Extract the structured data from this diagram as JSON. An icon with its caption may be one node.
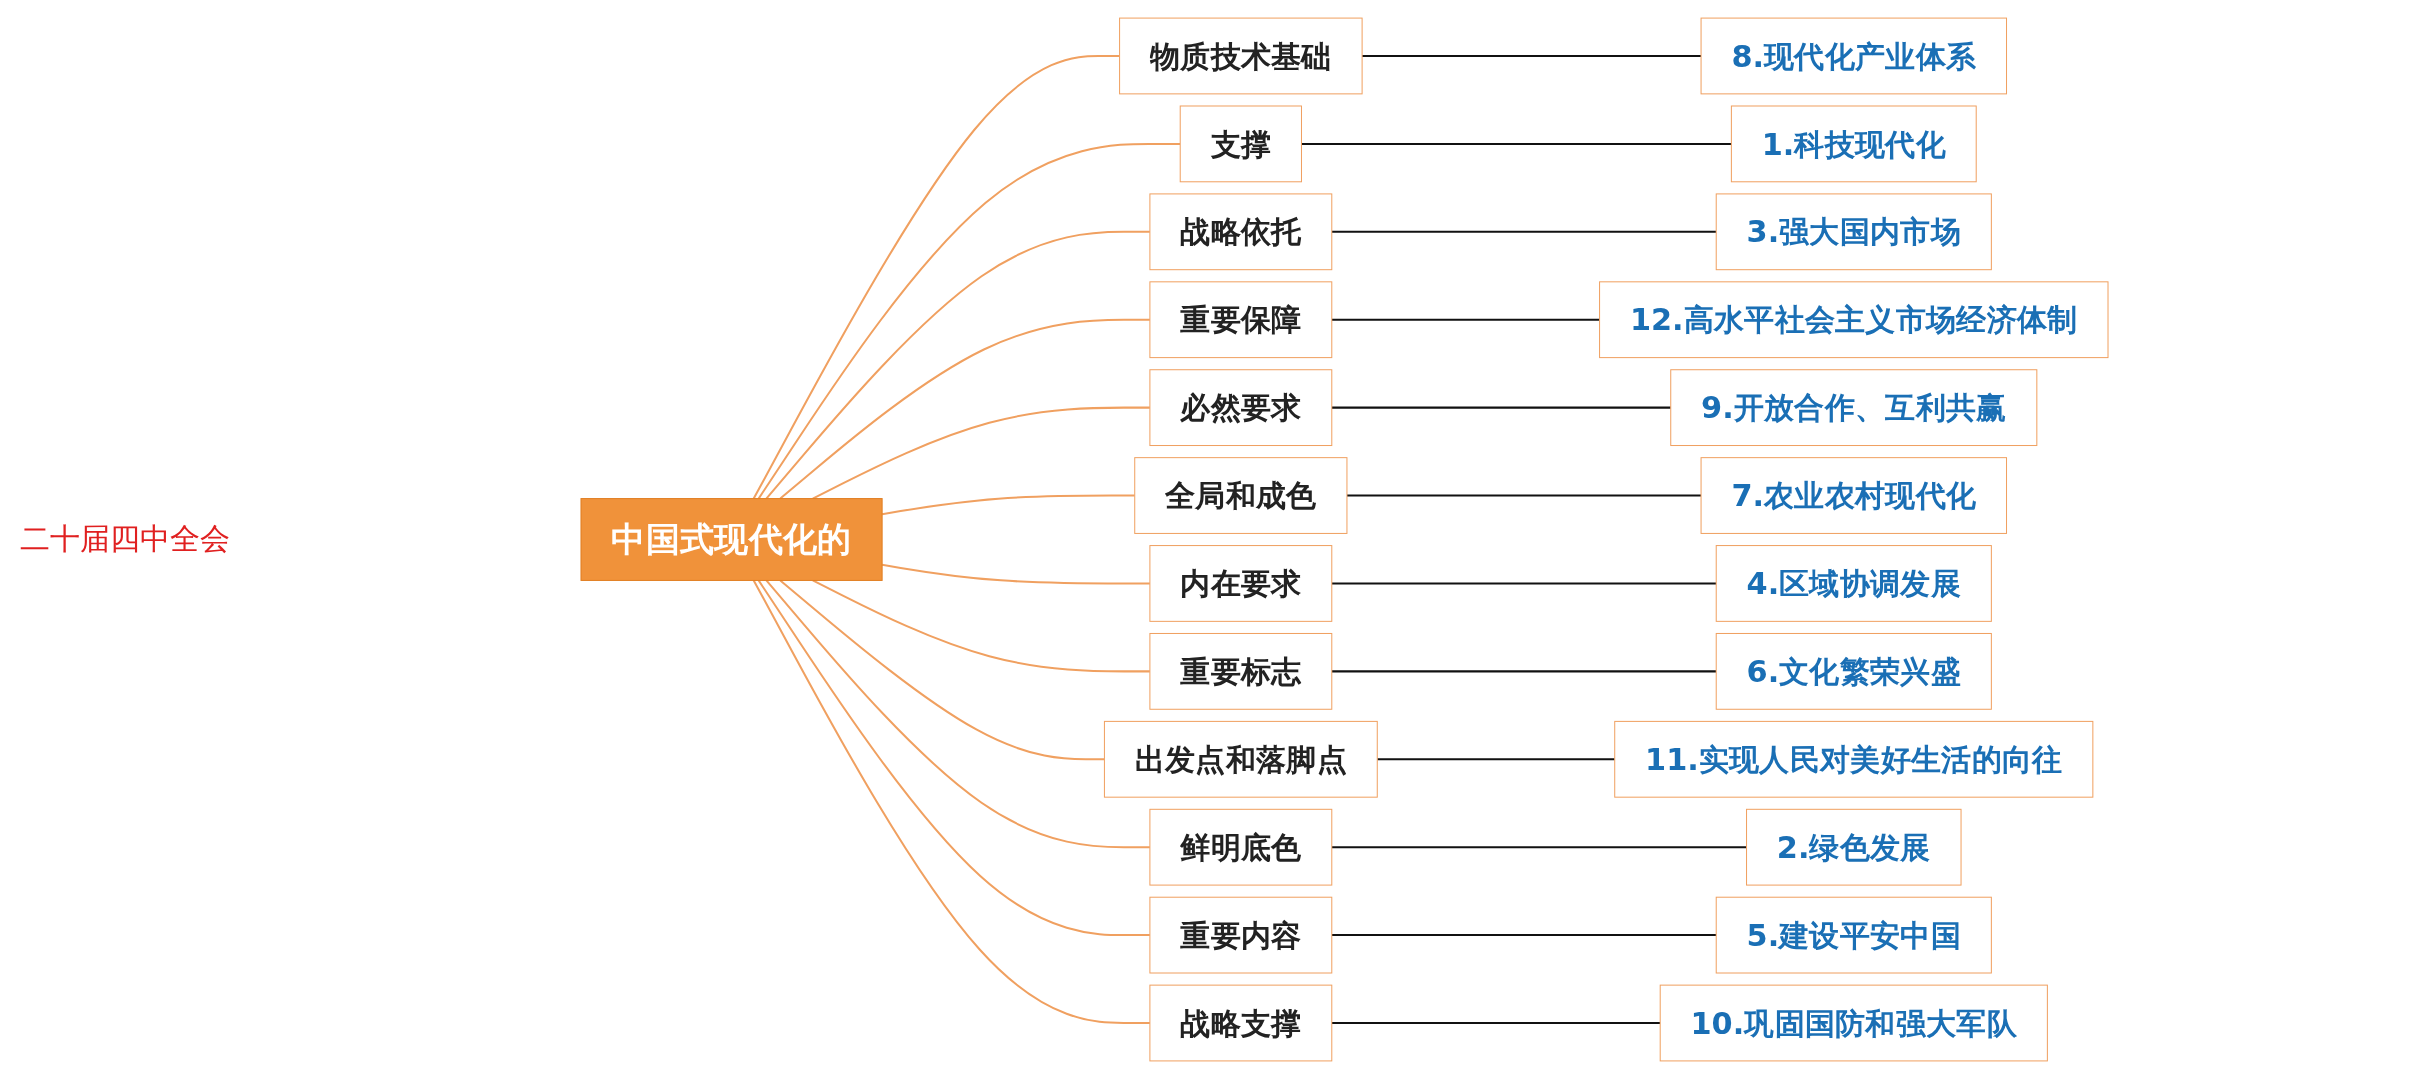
{
  "diagram": {
    "nodes": [
      {
        "text": [
          "中国式现代化的"
        ]
      },
      {
        "text": [
          "物质技术基础"
        ]
      },
      {
        "text": [
          "支撑"
        ]
      },
      {
        "text": [
          "战略依托"
        ]
      },
      {
        "text": [
          "重要保障"
        ]
      },
      {
        "text": [
          "必然要求"
        ]
      },
      {
        "text": [
          "全局和成色"
        ]
      },
      {
        "text": [
          "内在要求"
        ]
      },
      {
        "text": [
          "重要标志"
        ]
      },
      {
        "text": [
          "出发点和落脚点"
        ]
      },
      {
        "text": [
          "鲜明底色"
        ]
      },
      {
        "text": [
          "重要内容"
        ]
      },
      {
        "text": [
          "战略支撑"
        ]
      },
      {
        "text": [
          "1.科技现代化"
        ]
      },
      {
        "text": [
          "2.绿色发展"
        ]
      },
      {
        "text": [
          "3.强大国内市场"
        ]
      },
      {
        "text": [
          "4.区域协调发展"
        ]
      },
      {
        "text": [
          "5.建设平安中国"
        ]
      },
      {
        "text": [
          "6.文化繁荣兴盛"
        ]
      },
      {
        "text": [
          "7.农业农村现代化"
        ]
      },
      {
        "text": [
          "8.现代化产业体系"
        ]
      },
      {
        "text": [
          "9.开放合作、互利共赢"
        ]
      },
      {
        "text": [
          "10.巩固国防和强大军队"
        ]
      },
      {
        "text": [
          "11.实现人民对美好生活的向往"
        ]
      },
      {
        "text": [
          "12.高水平社会主义市场经济体制"
        ]
      }
    ],
    "edges": [
      {
        "from": 0,
        "to": 1,
        "arrow": "none",
        "color": "#f0a060"
      },
      {
        "from": 0,
        "to": 2,
        "arrow": "none",
        "color": "#f0a060"
      },
      {
        "from": 0,
        "to": 3,
        "arrow": "none",
        "color": "#f0a060"
      },
      {
        "from": 0,
        "to": 4,
        "arrow": "none",
        "color": "#f0a060"
      },
      {
        "from": 0,
        "to": 5,
        "arrow": "none",
        "color": "#f0a060"
      },
      {
        "from": 0,
        "to": 6,
        "arrow": "none",
        "color": "#f0a060"
      },
      {
        "from": 0,
        "to": 7,
        "arrow": "none",
        "color": "#f0a060"
      },
      {
        "from": 0,
        "to": 8,
        "arrow": "none",
        "color": "#f0a060"
      },
      {
        "from": 0,
        "to": 9,
        "arrow": "none",
        "color": "#f0a060"
      },
      {
        "from": 0,
        "to": 10,
        "arrow": "none",
        "color": "#f0a060"
      },
      {
        "from": 0,
        "to": 11,
        "arrow": "none",
        "color": "#f0a060"
      },
      {
        "from": 0,
        "to": 12,
        "arrow": "none",
        "color": "#f0a060"
      },
      {
        "from": 1,
        "to": 20,
        "arrow": "none",
        "color": "#111111"
      },
      {
        "from": 2,
        "to": 13,
        "arrow": "none",
        "color": "#111111"
      },
      {
        "from": 3,
        "to": 15,
        "arrow": "none",
        "color": "#111111"
      },
      {
        "from": 4,
        "to": 24,
        "arrow": "none",
        "color": "#111111"
      },
      {
        "from": 5,
        "to": 21,
        "arrow": "none",
        "color": "#111111"
      },
      {
        "from": 6,
        "to": 19,
        "arrow": "none",
        "color": "#111111"
      },
      {
        "from": 7,
        "to": 16,
        "arrow": "none",
        "color": "#111111"
      },
      {
        "from": 8,
        "to": 18,
        "arrow": "none",
        "color": "#111111"
      },
      {
        "from": 9,
        "to": 23,
        "arrow": "none",
        "color": "#111111"
      },
      {
        "from": 10,
        "to": 14,
        "arrow": "none",
        "color": "#111111"
      },
      {
        "from": 11,
        "to": 17,
        "arrow": "none",
        "color": "#111111"
      },
      {
        "from": 12,
        "to": 22,
        "arrow": "none",
        "color": "#111111"
      }
    ],
    "labels": [
      "二十届四中全会"
    ]
  }
}
